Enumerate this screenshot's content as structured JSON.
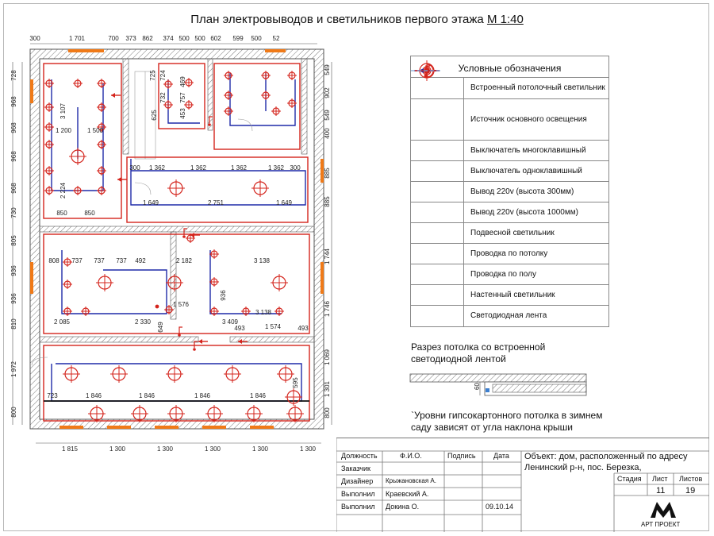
{
  "title": {
    "text": "План электровыводов и светильников первого этажа",
    "scale": "М 1:40"
  },
  "legend": {
    "heading": "Условные обозначения",
    "items": [
      {
        "icon": "recessed-ceiling-light-icon",
        "label": "Встроенный потолочный светильник"
      },
      {
        "icon": "main-light-source-icon",
        "label": "Источник основного освещения"
      },
      {
        "icon": "multi-key-switch-icon",
        "label": "Выключатель многоклавишный"
      },
      {
        "icon": "single-key-switch-icon",
        "label": "Выключатель одноклавишный"
      },
      {
        "icon": "outlet-300-icon",
        "label": "Вывод 220v (высота 300мм)"
      },
      {
        "icon": "outlet-1000-icon",
        "label": "Вывод 220v (высота 1000мм)"
      },
      {
        "icon": "pendant-light-icon",
        "label": "Подвесной светильник"
      },
      {
        "icon": "ceiling-wiring-icon",
        "label": "Проводка по потолку"
      },
      {
        "icon": "floor-wiring-icon",
        "label": "Проводка по полу"
      },
      {
        "icon": "wall-light-icon",
        "label": "Настенный светильник"
      },
      {
        "icon": "led-strip-icon",
        "label": "Светодиодная лента"
      }
    ],
    "colors": {
      "red": "#d4241c",
      "blue": "#1f2aa8",
      "orange": "#f07a18",
      "ledBlue": "#7fa6d8"
    }
  },
  "section": {
    "title": "Разрез потолка со встроенной светодиодной лентой",
    "dim": "60"
  },
  "note": "`Уровни гипсокартонного потолка в зимнем саду зависят от угла наклона крыши",
  "plan": {
    "top_dims": [
      "300",
      "1 701",
      "700",
      "373",
      "862",
      "374",
      "500",
      "500",
      "602",
      "599",
      "500",
      "52"
    ],
    "left_dims": [
      "728",
      "968",
      "968",
      "968",
      "968",
      "730",
      "805",
      "936",
      "936",
      "810",
      "1 972",
      "800"
    ],
    "right_dims": [
      "549",
      "902",
      "549",
      "400",
      "885",
      "885",
      "1 744",
      "1 746",
      "1 069",
      "1 301",
      "800"
    ],
    "bottom_dims": [
      "1 815",
      "1 300",
      "1 300",
      "1 300",
      "1 300",
      "1 300"
    ],
    "inner_dims": [
      "3 107",
      "1 200",
      "1 500",
      "2 224",
      "850",
      "850",
      "725",
      "724",
      "732",
      "757",
      "469",
      "453",
      "625",
      "300",
      "1 362",
      "1 362",
      "1 362",
      "1 362",
      "300",
      "1 649",
      "2 751",
      "1 649",
      "808",
      "737",
      "737",
      "737",
      "492",
      "2 182",
      "3 138",
      "1 576",
      "3 138",
      "936",
      "2 085",
      "2 330",
      "649",
      "3 409",
      "1 574",
      "493",
      "493",
      "723",
      "1 846",
      "1 846",
      "1 846",
      "1 846",
      "595"
    ]
  },
  "stamp": {
    "headers": {
      "role": "Должность",
      "name": "Ф.И.О.",
      "sign": "Подпись",
      "date": "Дата"
    },
    "rows": [
      {
        "role": "Заказчик",
        "name": "",
        "date": ""
      },
      {
        "role": "Дизайнер",
        "name": "Крыжановская А.",
        "date": ""
      },
      {
        "role": "Выполнил",
        "name": "Краевский А.",
        "date": ""
      },
      {
        "role": "Выполнил",
        "name": "Докина О.",
        "date": "09.10.14"
      }
    ],
    "object_line1": "Объект: дом, расположенный по адресу",
    "object_line2": "Ленинский р-н, пос. Березка,",
    "stage_label": "Стадия",
    "sheet_label": "Лист",
    "sheets_label": "Листов",
    "stage": "",
    "sheet": "11",
    "sheets": "19",
    "company": "АРТ ПРОЕКТ"
  }
}
